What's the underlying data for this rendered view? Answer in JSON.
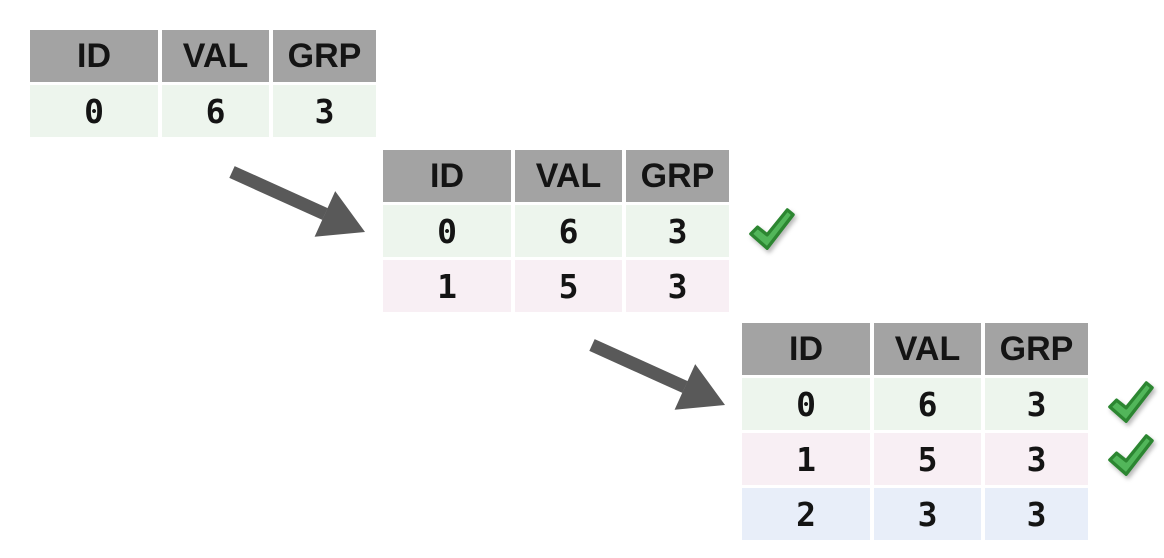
{
  "colors": {
    "header_bg": "#a3a3a3",
    "row_green": "#edf5ed",
    "row_pink": "#f8eff4",
    "row_blue": "#e8eef9",
    "arrow": "#595959",
    "check_fill": "#52b65a",
    "check_stroke": "#2c8631",
    "text": "#141414"
  },
  "icons": {
    "check": "✔",
    "arrow": "diagonal-arrow-down-right"
  },
  "tables": [
    {
      "step": 1,
      "headers": [
        "ID",
        "VAL",
        "GRP"
      ],
      "rows": [
        {
          "cells": [
            "0",
            "6",
            "3"
          ],
          "tint": "green",
          "checked": false
        }
      ]
    },
    {
      "step": 2,
      "headers": [
        "ID",
        "VAL",
        "GRP"
      ],
      "rows": [
        {
          "cells": [
            "0",
            "6",
            "3"
          ],
          "tint": "green",
          "checked": true
        },
        {
          "cells": [
            "1",
            "5",
            "3"
          ],
          "tint": "pink",
          "checked": false
        }
      ]
    },
    {
      "step": 3,
      "headers": [
        "ID",
        "VAL",
        "GRP"
      ],
      "rows": [
        {
          "cells": [
            "0",
            "6",
            "3"
          ],
          "tint": "green",
          "checked": true
        },
        {
          "cells": [
            "1",
            "5",
            "3"
          ],
          "tint": "pink",
          "checked": true
        },
        {
          "cells": [
            "2",
            "3",
            "3"
          ],
          "tint": "blue",
          "checked": false
        }
      ]
    }
  ]
}
